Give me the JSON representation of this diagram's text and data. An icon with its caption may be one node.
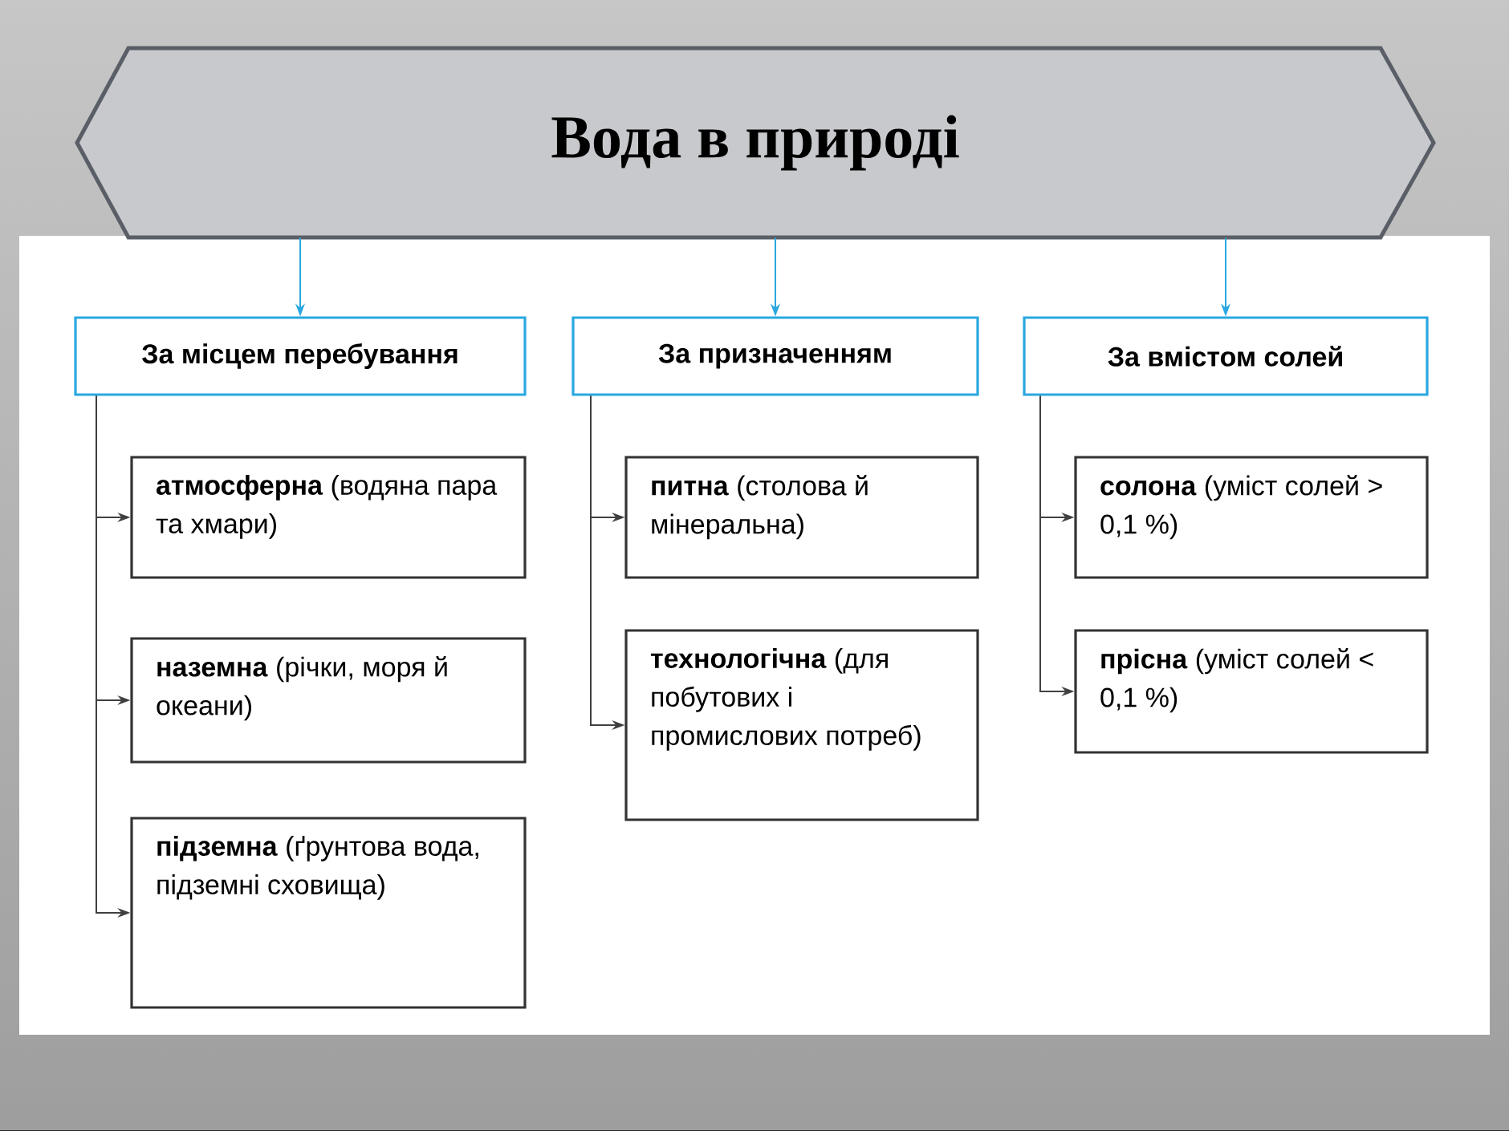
{
  "diagram": {
    "nodes": [
      {
        "text": [
          "Вода в природі"
        ]
      },
      {
        "text": [
          "За місцем перебування"
        ]
      },
      {
        "text": [
          "За призначенням"
        ]
      },
      {
        "text": [
          "За вмістом солей"
        ]
      },
      {
        "text": [
          "**атмосферна** (водяна пара та хмари)"
        ]
      },
      {
        "text": [
          "**наземна** (річки, моря й океани)"
        ]
      },
      {
        "text": [
          "**підземна** (ґрунтова вода, підземні сховища)"
        ]
      },
      {
        "text": [
          "**питна** (столова й мінеральна)"
        ]
      },
      {
        "text": [
          "**технологічна** (для побутових і промислових потреб)"
        ]
      },
      {
        "text": [
          "**солона** (уміст солей > 0,1 %)"
        ]
      },
      {
        "text": [
          "**прісна** (уміст солей < 0,1 %)"
        ]
      }
    ],
    "edges": [
      {
        "from": 0,
        "to": 1,
        "arrow": "to",
        "color": "#29a8e0"
      },
      {
        "from": 0,
        "to": 2,
        "arrow": "to",
        "color": "#29a8e0"
      },
      {
        "from": 0,
        "to": 3,
        "arrow": "to",
        "color": "#29a8e0"
      },
      {
        "from": 1,
        "to": 4,
        "arrow": "to"
      },
      {
        "from": 1,
        "to": 5,
        "arrow": "to"
      },
      {
        "from": 1,
        "to": 6,
        "arrow": "to"
      },
      {
        "from": 2,
        "to": 7,
        "arrow": "to"
      },
      {
        "from": 2,
        "to": 8,
        "arrow": "to"
      },
      {
        "from": 3,
        "to": 9,
        "arrow": "to"
      },
      {
        "from": 3,
        "to": 10,
        "arrow": "to"
      }
    ]
  }
}
